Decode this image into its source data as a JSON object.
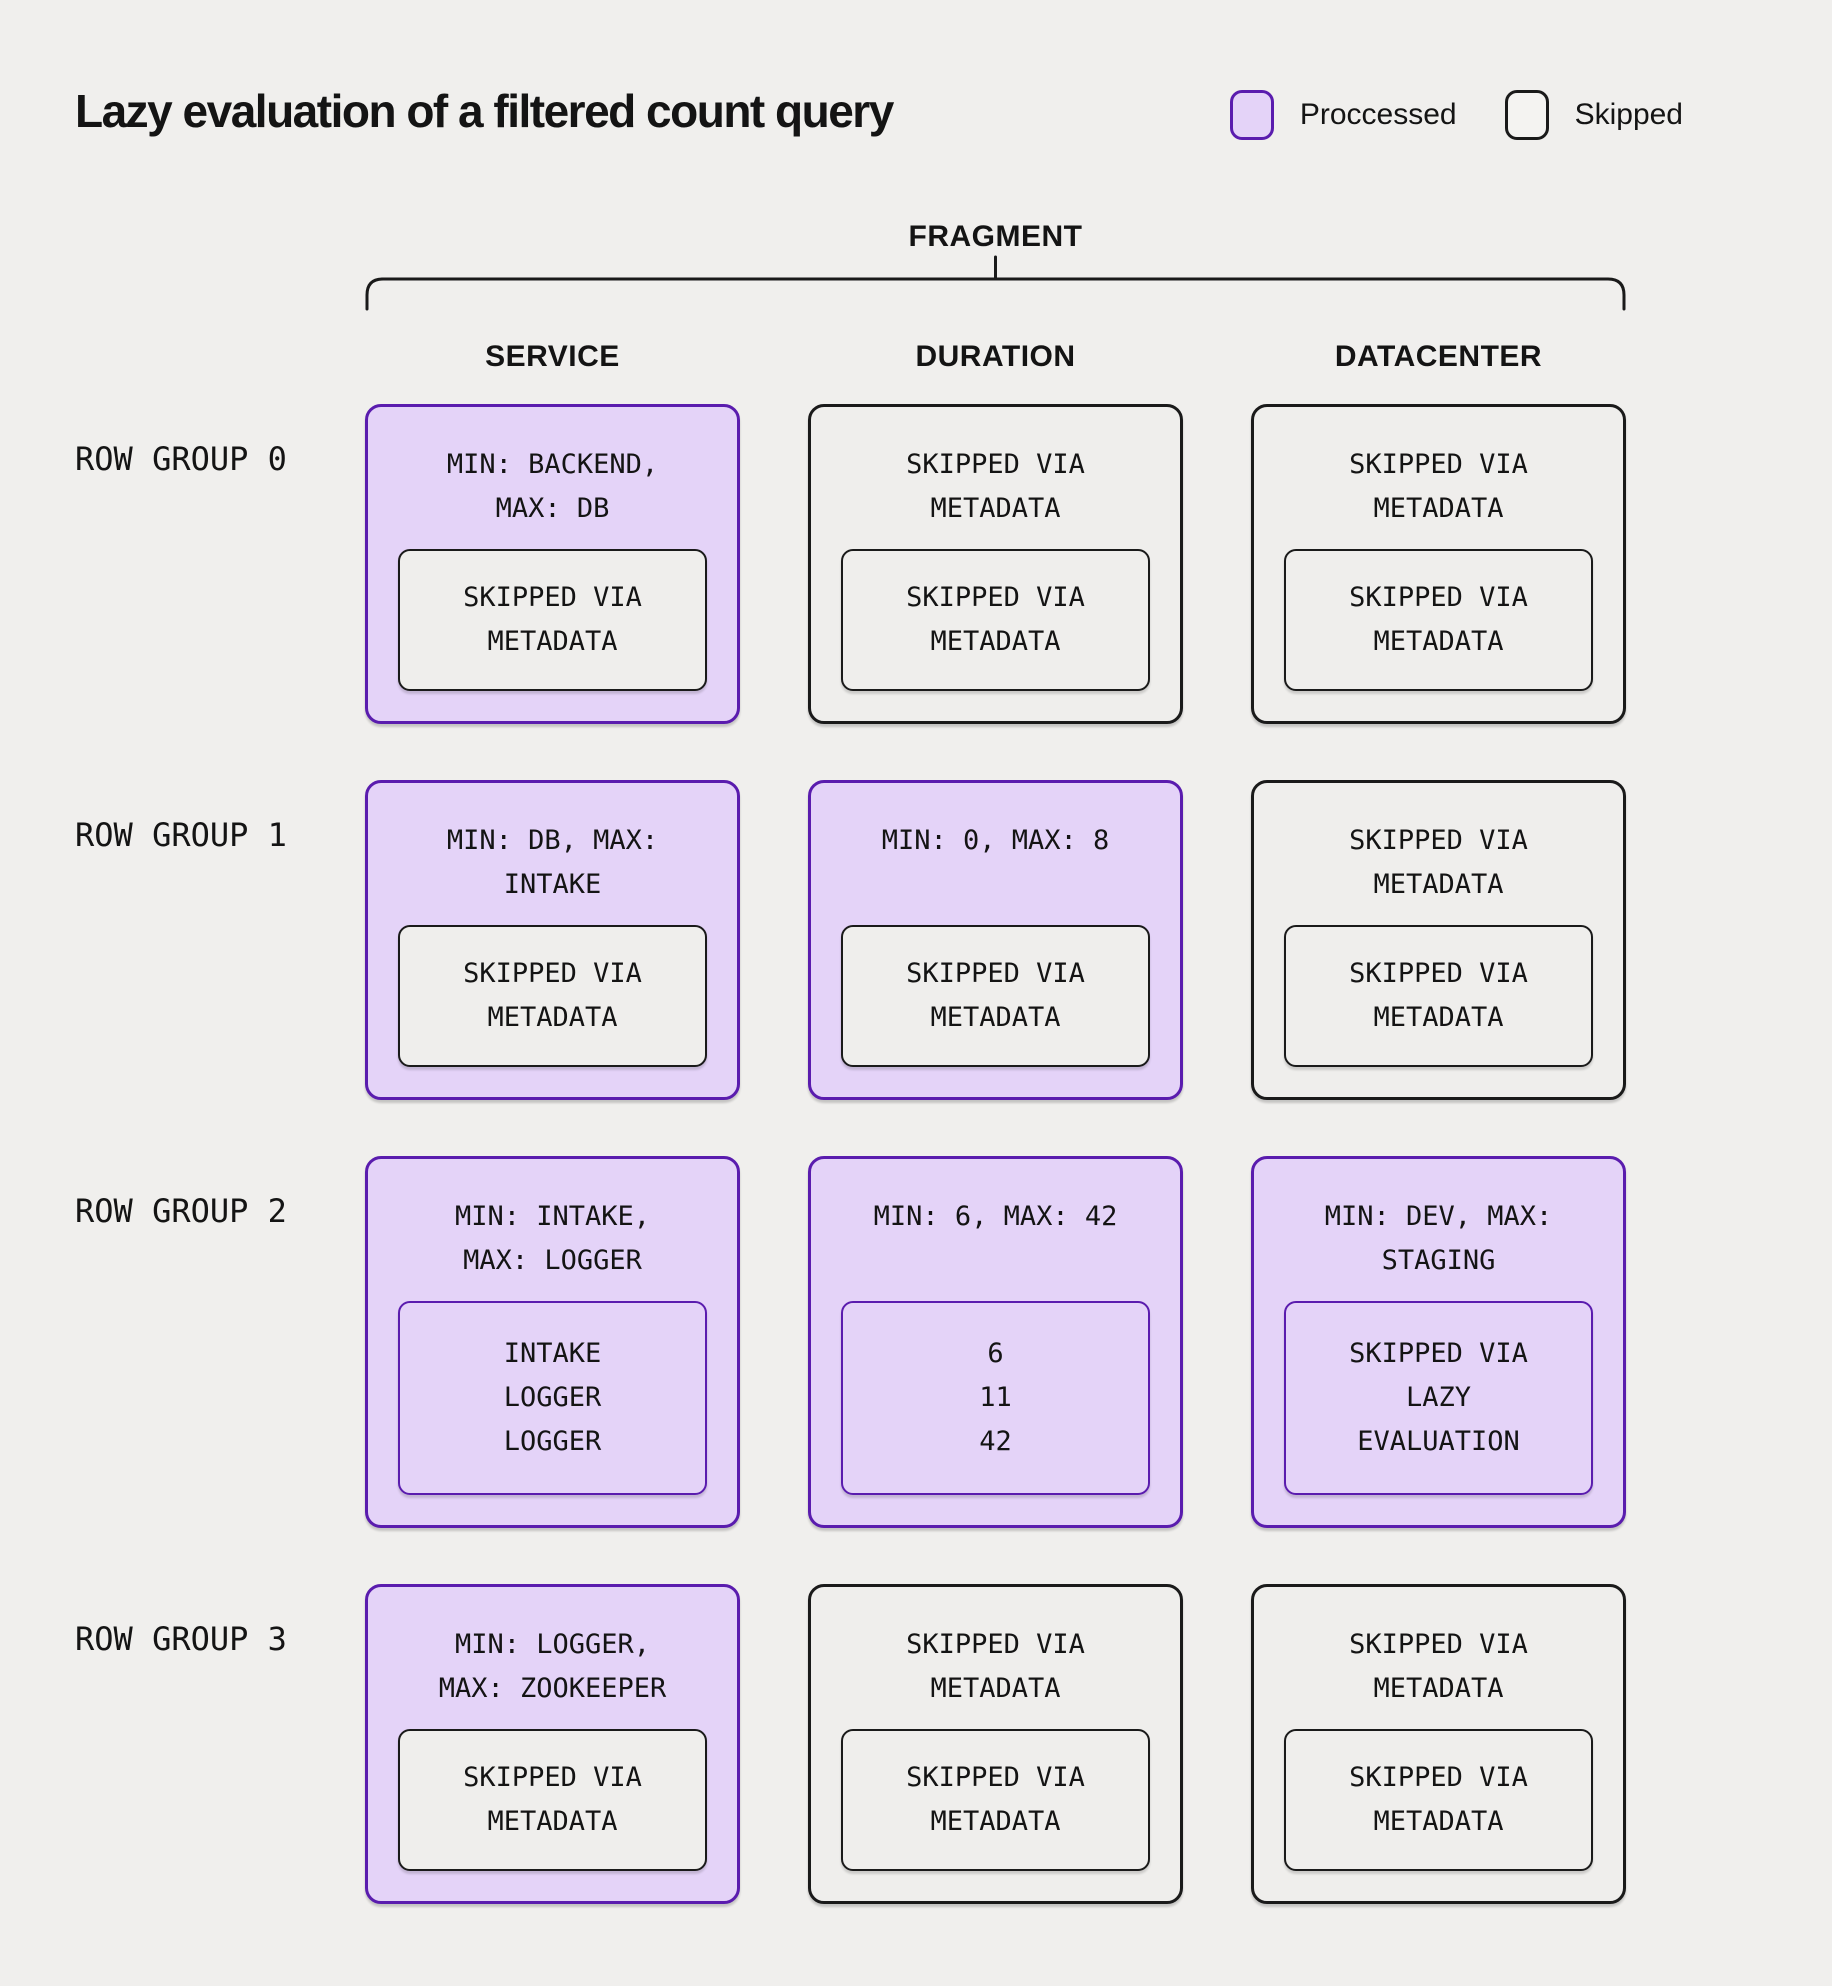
{
  "title": "Lazy evaluation of a filtered count query",
  "legend": {
    "processed_label": "Proccessed",
    "skipped_label": "Skipped"
  },
  "fragment": {
    "label": "FRAGMENT"
  },
  "columns": {
    "service": "SERVICE",
    "duration": "DURATION",
    "datacenter": "DATACENTER"
  },
  "colors": {
    "background": "#f0efed",
    "processed_fill": "#e4d3f8",
    "processed_border": "#5a1cae",
    "skipped_fill": "#efeeec",
    "skipped_border": "#1a1a1a",
    "text": "#141414"
  },
  "row_groups": [
    {
      "label": "ROW GROUP 0",
      "cells": [
        {
          "column": "SERVICE",
          "state": "processed",
          "header": "MIN: BACKEND,\nMAX: DB",
          "inner": {
            "state": "skipped",
            "text": "SKIPPED VIA\nMETADATA"
          }
        },
        {
          "column": "DURATION",
          "state": "skipped",
          "header": "SKIPPED VIA\nMETADATA",
          "inner": {
            "state": "skipped",
            "text": "SKIPPED VIA\nMETADATA"
          }
        },
        {
          "column": "DATACENTER",
          "state": "skipped",
          "header": "SKIPPED VIA\nMETADATA",
          "inner": {
            "state": "skipped",
            "text": "SKIPPED VIA\nMETADATA"
          }
        }
      ]
    },
    {
      "label": "ROW GROUP 1",
      "cells": [
        {
          "column": "SERVICE",
          "state": "processed",
          "header": "MIN: DB, MAX:\nINTAKE",
          "inner": {
            "state": "skipped",
            "text": "SKIPPED VIA\nMETADATA"
          }
        },
        {
          "column": "DURATION",
          "state": "processed",
          "header": "MIN: 0, MAX: 8",
          "inner": {
            "state": "skipped",
            "text": "SKIPPED VIA\nMETADATA"
          }
        },
        {
          "column": "DATACENTER",
          "state": "skipped",
          "header": "SKIPPED VIA\nMETADATA",
          "inner": {
            "state": "skipped",
            "text": "SKIPPED VIA\nMETADATA"
          }
        }
      ]
    },
    {
      "label": "ROW GROUP 2",
      "cells": [
        {
          "column": "SERVICE",
          "state": "processed",
          "header": "MIN: INTAKE,\nMAX: LOGGER",
          "inner": {
            "state": "processed",
            "text": "INTAKE\nLOGGER\nLOGGER"
          }
        },
        {
          "column": "DURATION",
          "state": "processed",
          "header": "MIN: 6, MAX: 42",
          "inner": {
            "state": "processed",
            "text": "6\n11\n42"
          }
        },
        {
          "column": "DATACENTER",
          "state": "processed",
          "header": "MIN: DEV, MAX:\nSTAGING",
          "inner": {
            "state": "processed",
            "text": "SKIPPED VIA\nLAZY\nEVALUATION"
          }
        }
      ]
    },
    {
      "label": "ROW GROUP 3",
      "cells": [
        {
          "column": "SERVICE",
          "state": "processed",
          "header": "MIN: LOGGER,\nMAX: ZOOKEEPER",
          "inner": {
            "state": "skipped",
            "text": "SKIPPED VIA\nMETADATA"
          }
        },
        {
          "column": "DURATION",
          "state": "skipped",
          "header": "SKIPPED VIA\nMETADATA",
          "inner": {
            "state": "skipped",
            "text": "SKIPPED VIA\nMETADATA"
          }
        },
        {
          "column": "DATACENTER",
          "state": "skipped",
          "header": "SKIPPED VIA\nMETADATA",
          "inner": {
            "state": "skipped",
            "text": "SKIPPED VIA\nMETADATA"
          }
        }
      ]
    }
  ]
}
